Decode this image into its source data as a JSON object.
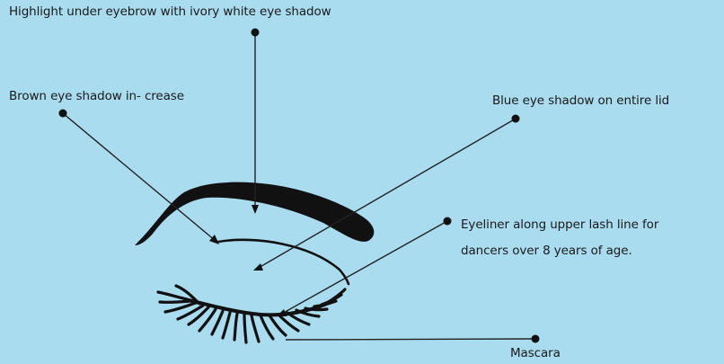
{
  "background_color": "#a9dcef",
  "ink_color": "#111111",
  "labels": {
    "highlight": "Highlight under eyebrow with ivory white eye shadow",
    "brown": "Brown eye shadow in- crease",
    "blue": "Blue eye shadow on entire lid",
    "eyeliner_line1": "Eyeliner along upper lash line for",
    "eyeliner_line2": "dancers over 8 years of age.",
    "mascara": "Mascara"
  }
}
